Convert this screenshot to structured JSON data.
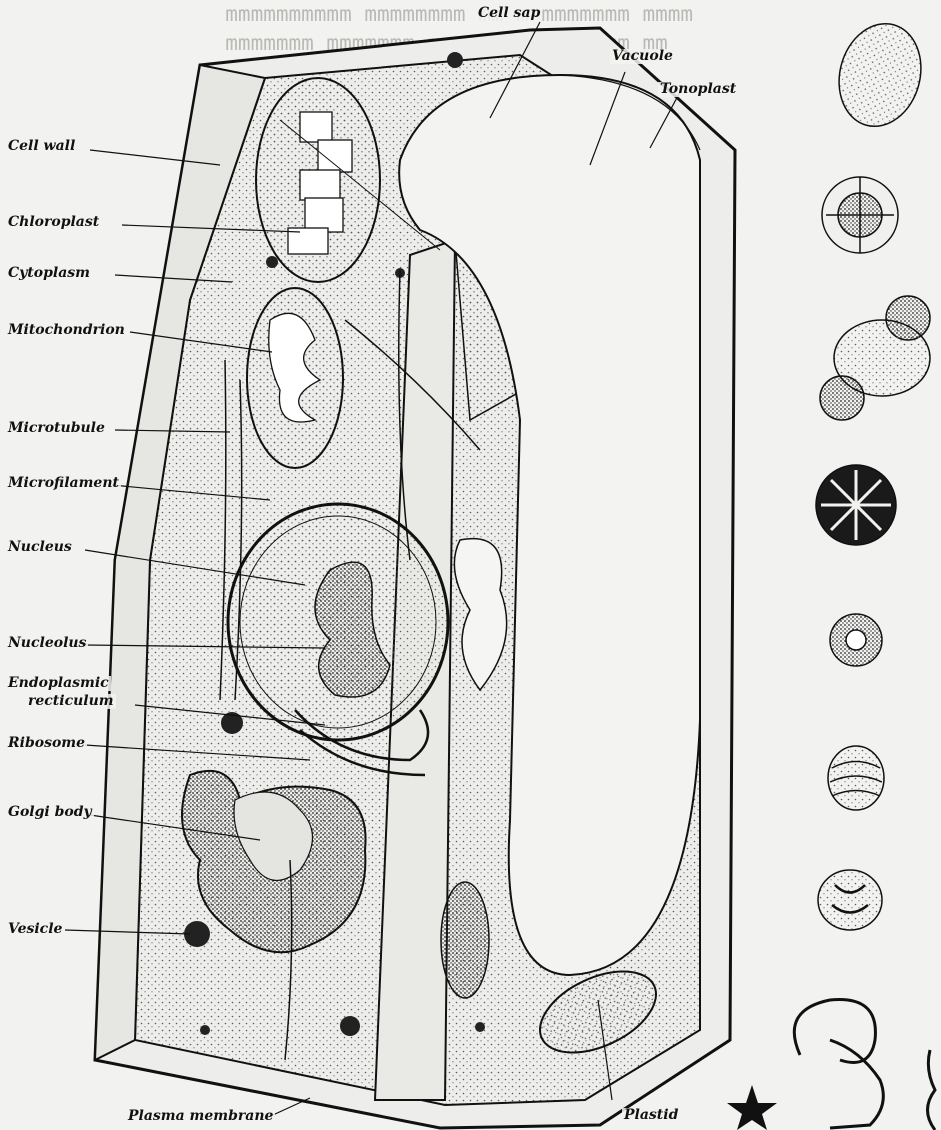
{
  "labels": {
    "cell_sap": "Cell sap",
    "vacuole": "Vacuole",
    "tonoplast": "Tonoplast",
    "cell_wall": "Cell wall",
    "chloroplast": "Chloroplast",
    "cytoplasm": "Cytoplasm",
    "mitochondrion": "Mitochondrion",
    "microtubule": "Microtubule",
    "microfilament": "Microfilament",
    "nucleus": "Nucleus",
    "nucleolus": "Nucleolus",
    "er_line1": "Endoplasmic",
    "er_line2": "recticulum",
    "ribosome": "Ribosome",
    "golgi_body": "Golgi body",
    "vesicle": "Vesicle",
    "plasma_membrane": "Plasma membrane",
    "plastid": "Plastid"
  },
  "colors": {
    "ink": "#111111",
    "paper": "#f2f2f0",
    "stipple": "#5a5a58",
    "background_text": "#b9b9b5"
  },
  "icons": {
    "pollen_grains": [
      "oval-pollen-grain",
      "radial-pollen-grain",
      "double-pollen-grain",
      "star-pollen-grain",
      "spiky-pollen-grain",
      "ridged-pollen-grain",
      "folded-pollen-grain"
    ],
    "corner_marks": [
      "star-icon",
      "ram-head-drawing"
    ]
  }
}
